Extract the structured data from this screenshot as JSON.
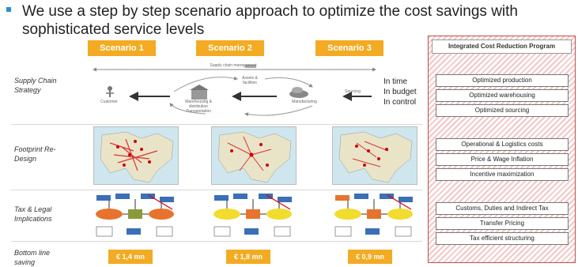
{
  "headline": "We use a step by step scenario approach to optimize the cost savings with sophisticated service levels",
  "scenarios": [
    "Scenario 1",
    "Scenario 2",
    "Scenario 3"
  ],
  "row_labels": {
    "supply_chain": "Supply Chain Strategy",
    "footprint": "Footprint Re-Design",
    "tax": "Tax & Legal Implications",
    "bottom_line": "Bottom line saving"
  },
  "supply_chain": {
    "management_label": "Supply chain management",
    "customer": "Customer",
    "warehousing": "Warehousing & distribution Transportation",
    "assets": "Assets & facilities",
    "manufacturing": "Manufacturing",
    "sourcing": "Sourcing",
    "status_lines": [
      "In time",
      "In budget",
      "In control"
    ]
  },
  "savings": [
    "€ 1,4 mn",
    "€ 1,8 mn",
    "€ 0,9 mn"
  ],
  "program": {
    "title": "Integrated Cost Reduction Program",
    "groups": [
      [
        "Optimized production",
        "Optimized warehousing",
        "Optimized sourcing"
      ],
      [
        "Operational & Logistics costs",
        "Price & Wage Inflation",
        "Incentive maximization"
      ],
      [
        "Customs, Duties and Indirect Tax",
        "Transfer Pricing",
        "Tax efficient structuring"
      ]
    ]
  },
  "colors": {
    "accent": "#f2ab22",
    "bullet": "#2e8ecf",
    "panel_border": "#c0504d"
  }
}
